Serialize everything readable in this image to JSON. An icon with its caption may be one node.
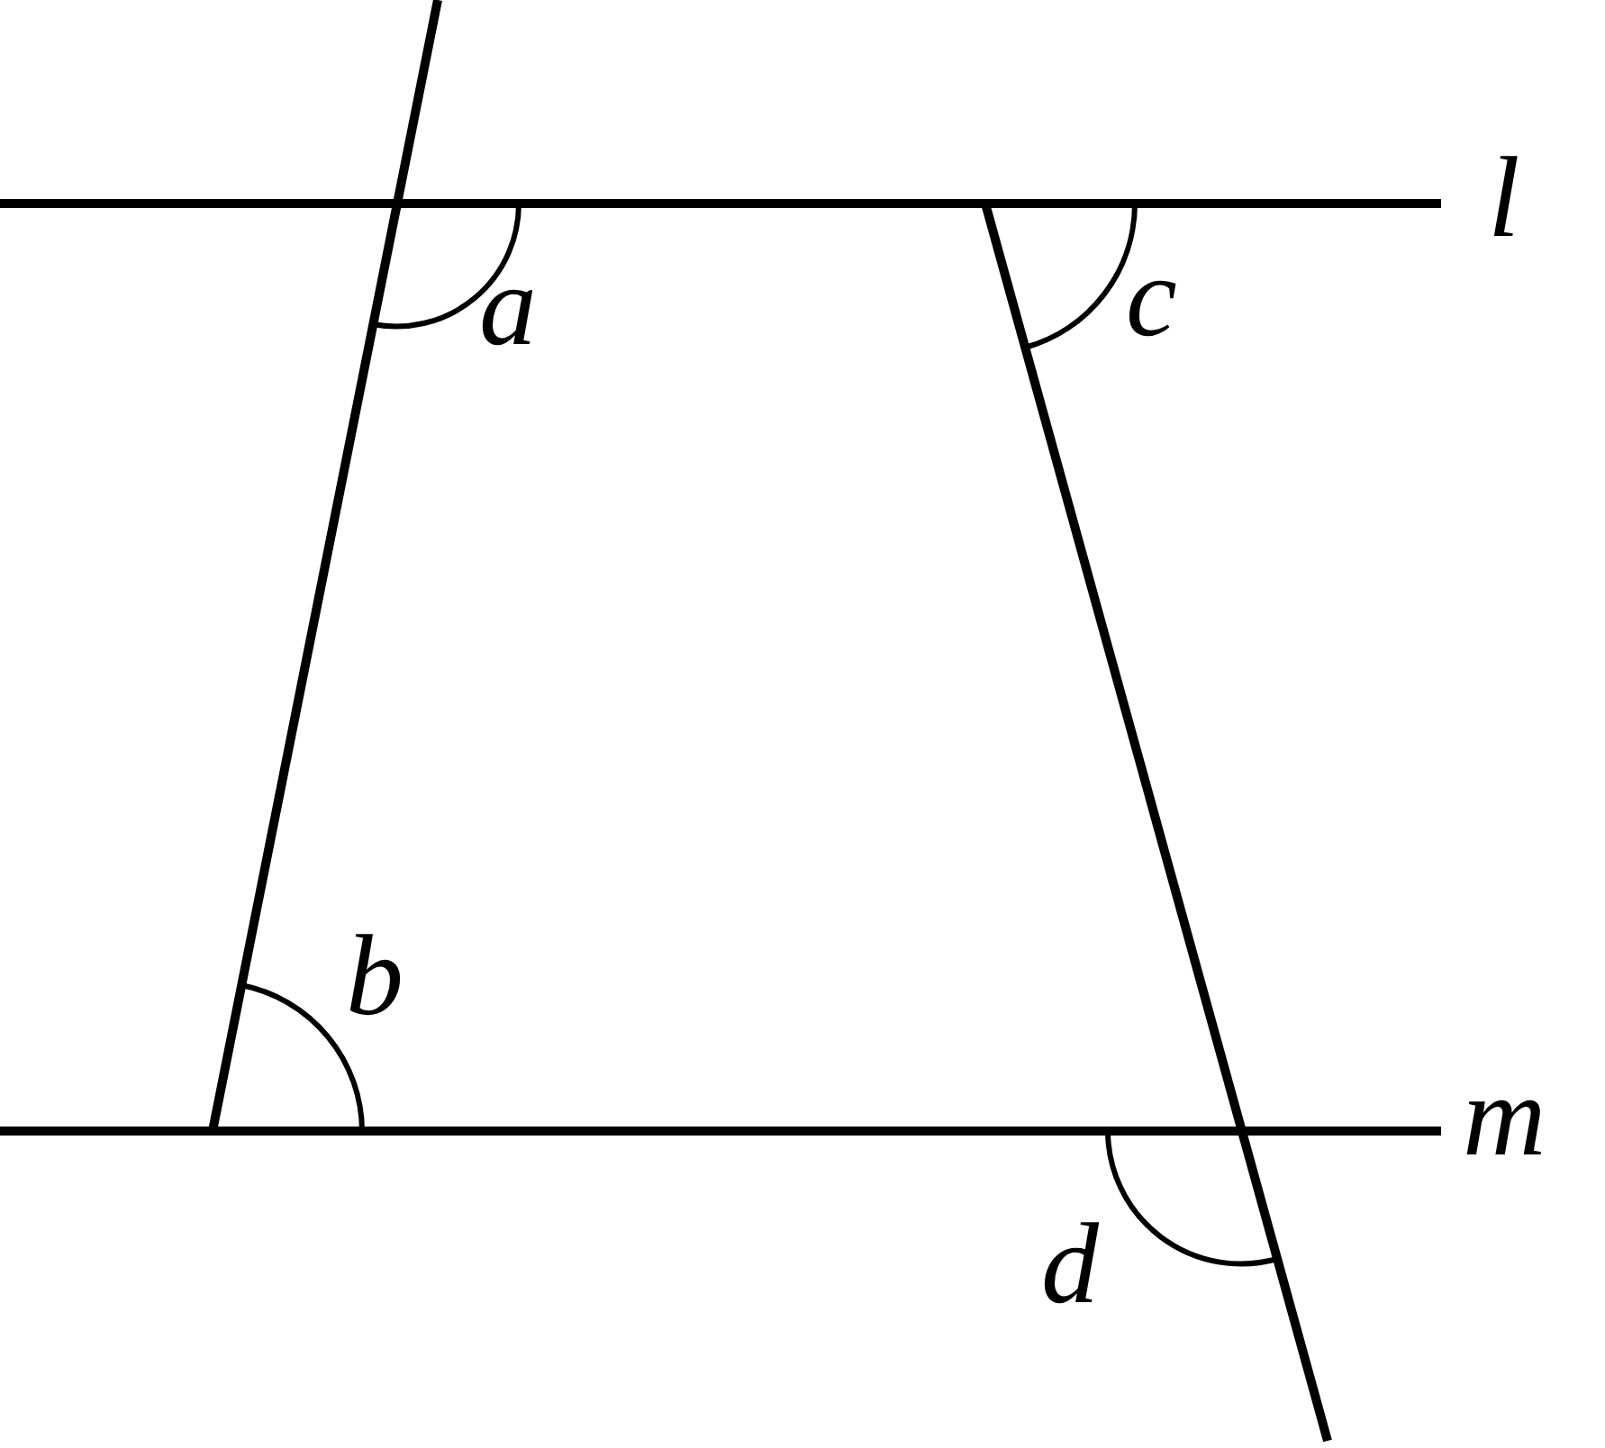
{
  "diagram": {
    "labels": [
      "l",
      "a",
      "c",
      "b",
      "m",
      "d"
    ]
  }
}
